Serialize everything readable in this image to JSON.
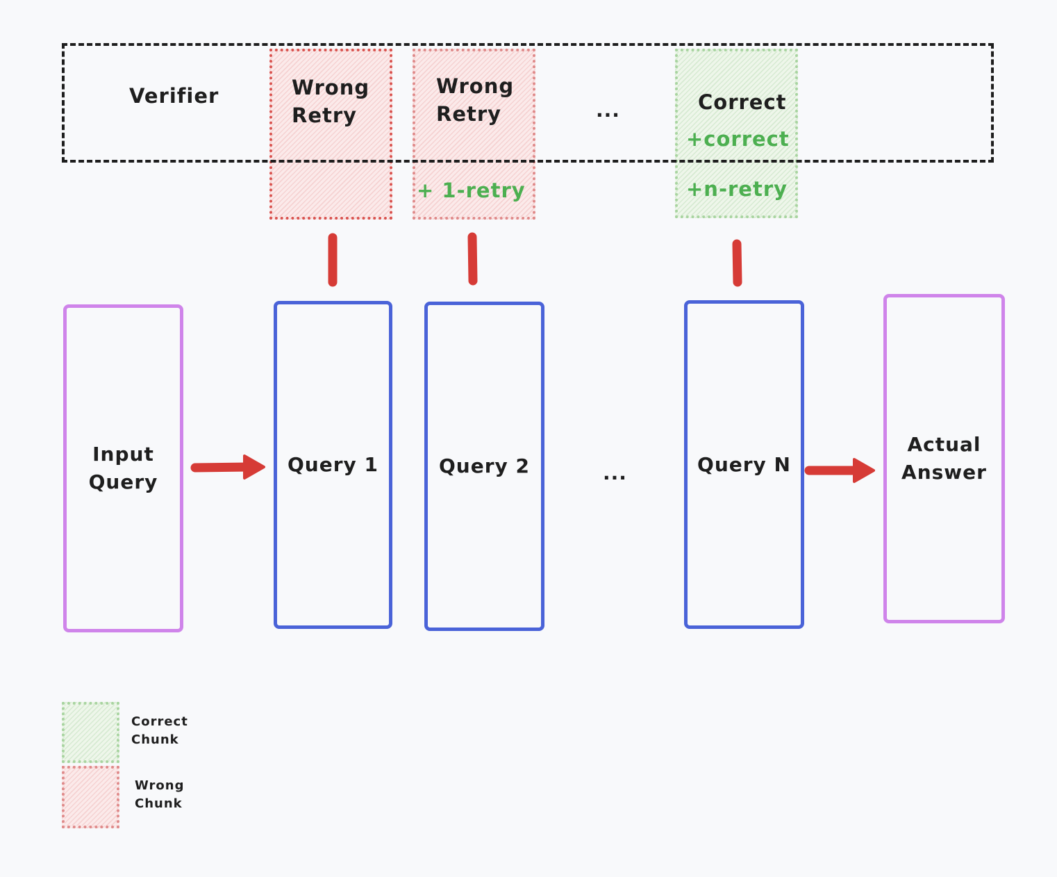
{
  "verifier": {
    "label": "Verifier"
  },
  "retry_chunks": [
    {
      "status": "Wrong",
      "title": "Wrong\nRetry",
      "note": ""
    },
    {
      "status": "Wrong",
      "title": "Wrong\nRetry",
      "note": "+ 1-retry"
    },
    {
      "status": "Correct",
      "title": "Correct",
      "subtitle": "+correct",
      "note": "+n-retry"
    }
  ],
  "verifier_ellipsis": "...",
  "pipeline": {
    "input": "Input\nQuery",
    "queries": [
      "Query 1",
      "Query 2",
      "Query N"
    ],
    "ellipsis": "...",
    "output": "Actual\nAnswer"
  },
  "legend": {
    "correct": "Correct\nChunk",
    "wrong": "Wrong\nChunk"
  },
  "colors": {
    "wrong_chunk": "#df8a8a",
    "correct_chunk": "#a8d4a0",
    "query_box": "#4a63d8",
    "io_box": "#cf84ea",
    "arrow": "#d63b36",
    "correct_text": "#4caf50"
  }
}
